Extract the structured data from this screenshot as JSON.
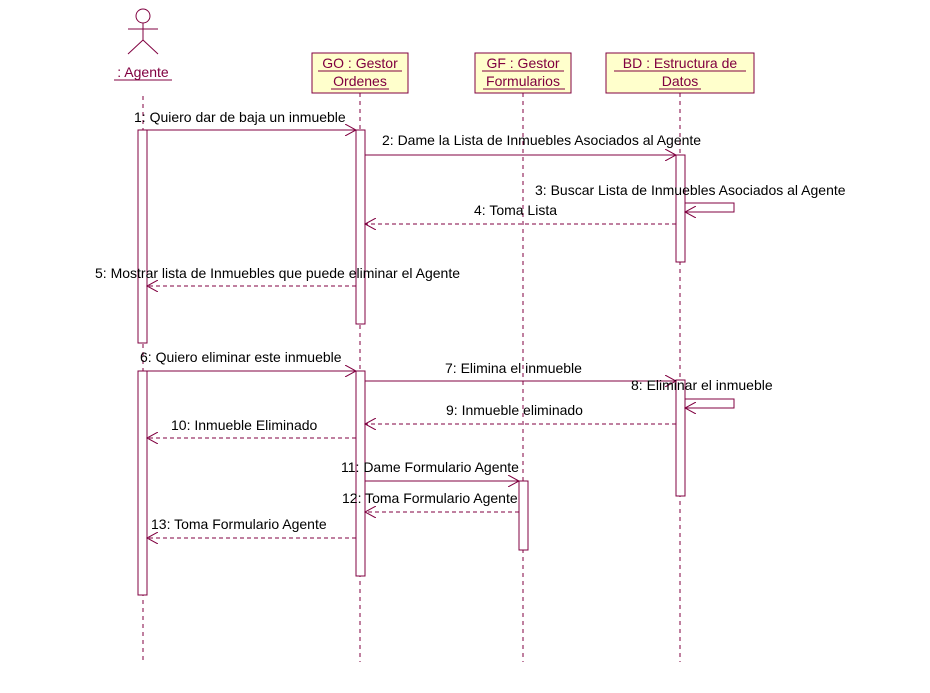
{
  "colors": {
    "line": "#800040",
    "box_fill": "#ffffcc",
    "text": "#000000"
  },
  "actor": {
    "label": ": Agente"
  },
  "objects": [
    {
      "id": "go",
      "line1": "GO : Gestor",
      "line2": "Ordenes"
    },
    {
      "id": "gf",
      "line1": "GF : Gestor",
      "line2": "Formularios"
    },
    {
      "id": "bd",
      "line1": "BD : Estructura de",
      "line2": "Datos"
    }
  ],
  "messages": [
    {
      "n": 1,
      "text": "1: Quiero dar de baja un inmueble",
      "type": "call"
    },
    {
      "n": 2,
      "text": "2: Dame la Lista de Inmuebles Asociados al Agente",
      "type": "call"
    },
    {
      "n": 3,
      "text": "3: Buscar Lista de Inmuebles Asociados al Agente",
      "type": "self"
    },
    {
      "n": 4,
      "text": "4: Toma Lista",
      "type": "return"
    },
    {
      "n": 5,
      "text": "5: Mostrar lista de Inmuebles que puede eliminar el Agente",
      "type": "return"
    },
    {
      "n": 6,
      "text": "6: Quiero eliminar este inmueble",
      "type": "call"
    },
    {
      "n": 7,
      "text": "7: Elimina el inmueble",
      "type": "call"
    },
    {
      "n": 8,
      "text": "8: Eliminar el inmueble",
      "type": "self"
    },
    {
      "n": 9,
      "text": "9: Inmueble eliminado",
      "type": "return"
    },
    {
      "n": 10,
      "text": "10: Inmueble Eliminado",
      "type": "return"
    },
    {
      "n": 11,
      "text": "11: Dame Formulario Agente",
      "type": "call"
    },
    {
      "n": 12,
      "text": "12: Toma Formulario Agente",
      "type": "return"
    },
    {
      "n": 13,
      "text": "13: Toma Formulario Agente",
      "type": "return"
    }
  ]
}
